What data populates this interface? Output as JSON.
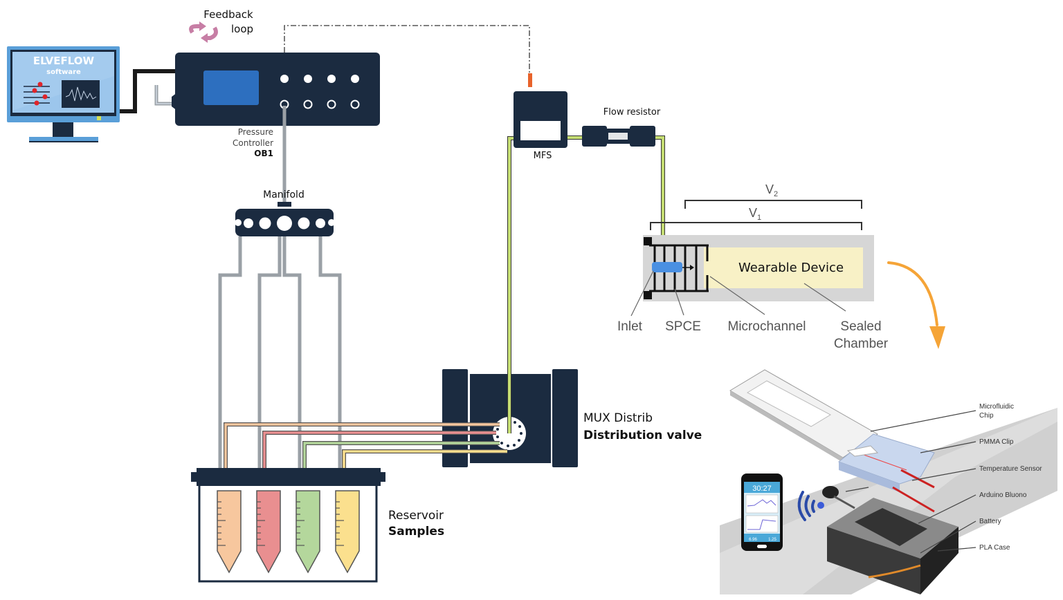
{
  "colors": {
    "navy": "#1b2b40",
    "screen_blue": "#2d6fbf",
    "monitor_blue": "#8fbbe6",
    "feedback_pink": "#c77ea5",
    "tube_green": "#c5dd73",
    "gray_tube": "#9aa0a6",
    "orange_arrow": "#f5a437",
    "sample_colors": [
      "#f7c79e",
      "#e98f90",
      "#b4d79c",
      "#fbe08e"
    ],
    "wearable_fill": "#f8f1c6",
    "chamber_gray": "#d6d6d6",
    "spce_blue": "#4a90e2"
  },
  "computer": {
    "brand": "ELVEFLOW",
    "subtitle": "software"
  },
  "feedback": {
    "line1": "Feedback",
    "line2": "loop"
  },
  "pressure_controller": {
    "line1": "Pressure",
    "line2": "Controller",
    "model": "OB1"
  },
  "manifold": {
    "label": "Manifold"
  },
  "mfs": {
    "label": "MFS"
  },
  "flow_resistor": {
    "label": "Flow resistor"
  },
  "mux": {
    "line1": "MUX Distrib",
    "line2": "Distribution valve"
  },
  "reservoir": {
    "line1": "Reservoir",
    "line2": "Samples"
  },
  "wearable_schematic": {
    "title": "Wearable Device",
    "v2": "V",
    "v2_sub": "2",
    "v1": "V",
    "v1_sub": "1",
    "labels": [
      "Inlet",
      "SPCE",
      "Microchannel",
      "Sealed",
      "Chamber"
    ]
  },
  "exploded_view": {
    "phone_time": "30:27",
    "phone_left_val": "6.96",
    "phone_right_val": "1.25",
    "callouts": [
      "Microfluidic",
      "Chip",
      "PMMA Clip",
      "Temperature Sensor",
      "Arduino Bluono",
      "Battery",
      "PLA Case"
    ]
  }
}
